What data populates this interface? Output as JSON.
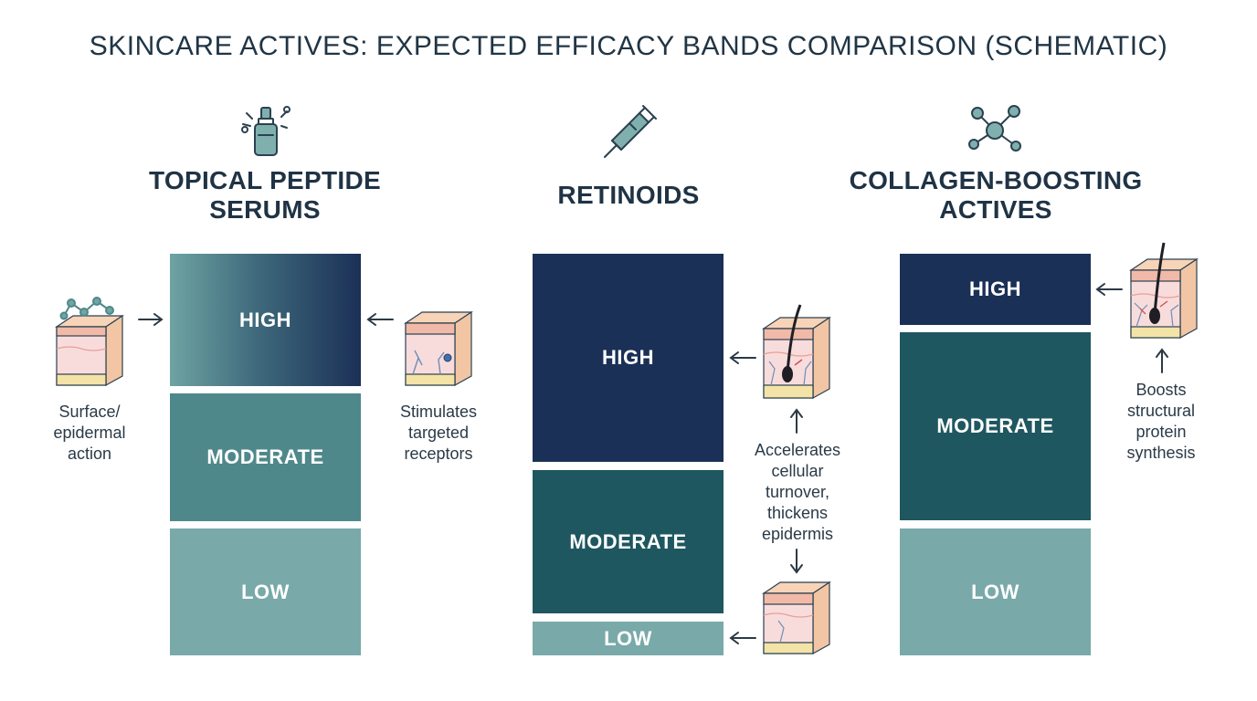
{
  "title": "SKINCARE ACTIVES: EXPECTED EFFICACY BANDS COMPARISON (SCHEMATIC)",
  "colors": {
    "high": "#1b3056",
    "moderate_dark": "#1f5760",
    "moderate": "#4f888b",
    "low": "#79a9a9",
    "gradient_start": "#6ea3a2",
    "text": "#1f3242"
  },
  "columns": [
    {
      "icon": "serum-bottle-icon",
      "title_line1": "TOPICAL PEPTIDE",
      "title_line2": "SERUMS",
      "bands": {
        "high": "HIGH",
        "moderate": "MODERATE",
        "low": "LOW"
      },
      "left_note": [
        "Surface/",
        "epidermal",
        "action"
      ],
      "right_note": [
        "Stimulates",
        "targeted",
        "receptors"
      ]
    },
    {
      "icon": "dropper-pipette-icon",
      "title_line1": "RETINOIDS",
      "bands": {
        "high": "HIGH",
        "moderate": "MODERATE",
        "low": "LOW"
      },
      "right_note": [
        "Accelerates",
        "cellular",
        "turnover,",
        "thickens",
        "epidermis"
      ]
    },
    {
      "icon": "molecule-icon",
      "title_line1": "COLLAGEN-BOOSTING",
      "title_line2": "ACTIVES",
      "bands": {
        "high": "HIGH",
        "moderate": "MODERATE",
        "low": "LOW"
      },
      "right_note": [
        "Boosts",
        "structural",
        "protein",
        "synthesis"
      ]
    }
  ]
}
